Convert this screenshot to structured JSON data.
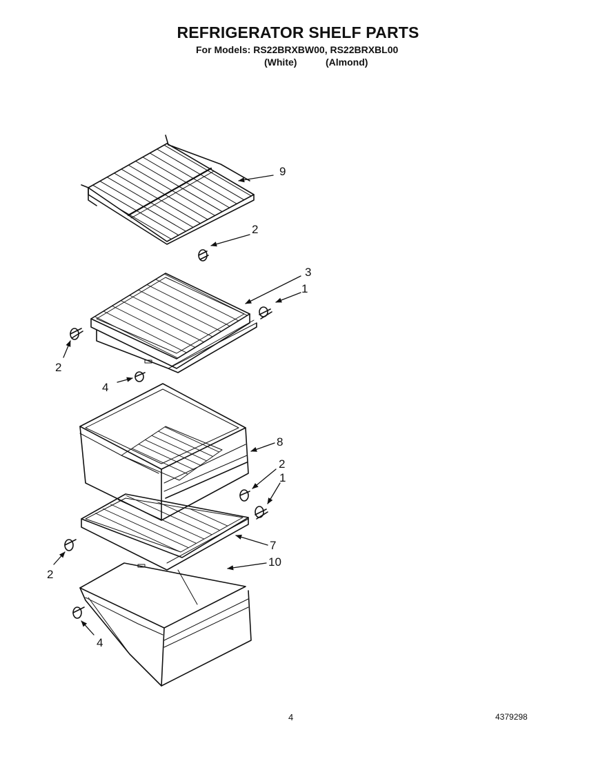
{
  "header": {
    "title": "REFRIGERATOR SHELF PARTS",
    "models_line": "For Models: RS22BRXBW00, RS22BRXBL00",
    "variants": [
      "(White)",
      "(Almond)"
    ]
  },
  "callouts": [
    {
      "id": "c9",
      "label": "9"
    },
    {
      "id": "c2a",
      "label": "2"
    },
    {
      "id": "c3",
      "label": "3"
    },
    {
      "id": "c1a",
      "label": "1"
    },
    {
      "id": "c2b",
      "label": "2"
    },
    {
      "id": "c4a",
      "label": "4"
    },
    {
      "id": "c8",
      "label": "8"
    },
    {
      "id": "c2c",
      "label": "2"
    },
    {
      "id": "c1b",
      "label": "1"
    },
    {
      "id": "c7",
      "label": "7"
    },
    {
      "id": "c10",
      "label": "10"
    },
    {
      "id": "c2d",
      "label": "2"
    },
    {
      "id": "c4b",
      "label": "4"
    }
  ],
  "footer": {
    "page_number": "4",
    "doc_code": "4379298"
  }
}
